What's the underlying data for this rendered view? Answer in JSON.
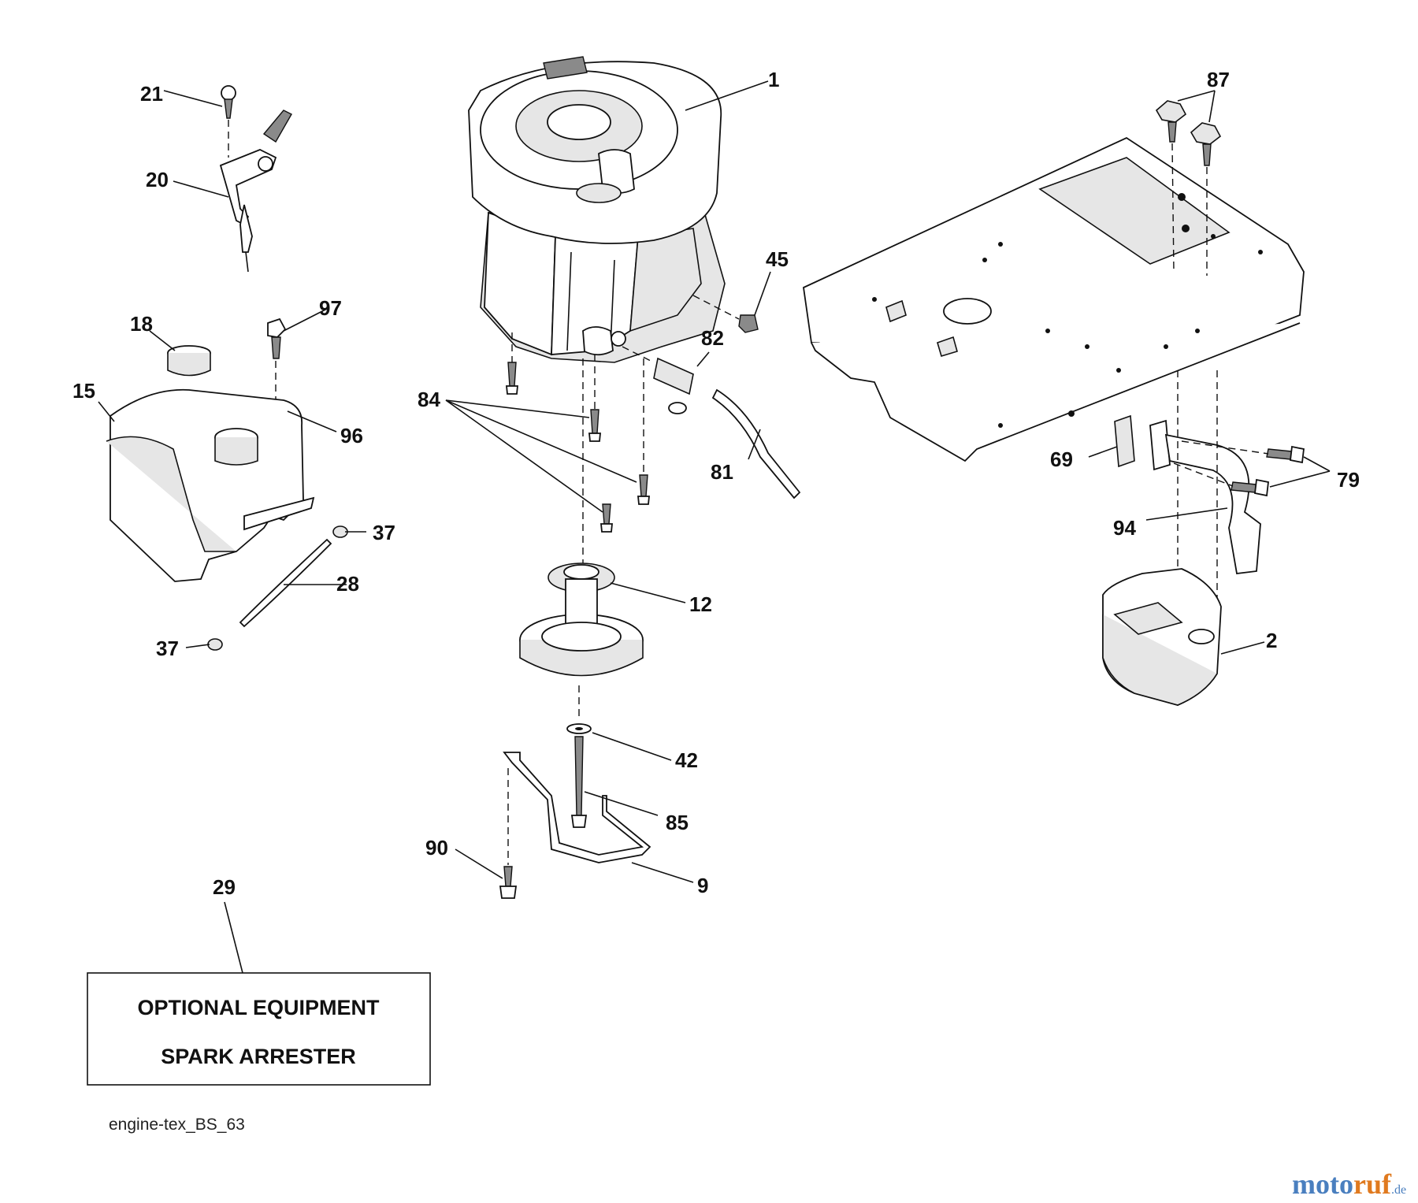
{
  "part_labels": {
    "p1": "1",
    "p2": "2",
    "p9": "9",
    "p12": "12",
    "p15": "15",
    "p18": "18",
    "p20": "20",
    "p21": "21",
    "p28": "28",
    "p29": "29",
    "p37a": "37",
    "p37b": "37",
    "p42": "42",
    "p45": "45",
    "p69": "69",
    "p79": "79",
    "p81": "81",
    "p82": "82",
    "p84": "84",
    "p85": "85",
    "p87": "87",
    "p90": "90",
    "p94": "94",
    "p96": "96",
    "p97": "97"
  },
  "optional_box": {
    "line1": "OPTIONAL EQUIPMENT",
    "line2": "SPARK ARRESTER"
  },
  "file_id": "engine-tex_BS_63",
  "watermark": {
    "part1": "moto",
    "part2": "ruf",
    "suffix": ".de",
    "color1": "#4a7fbf",
    "color2": "#e07a1f"
  }
}
